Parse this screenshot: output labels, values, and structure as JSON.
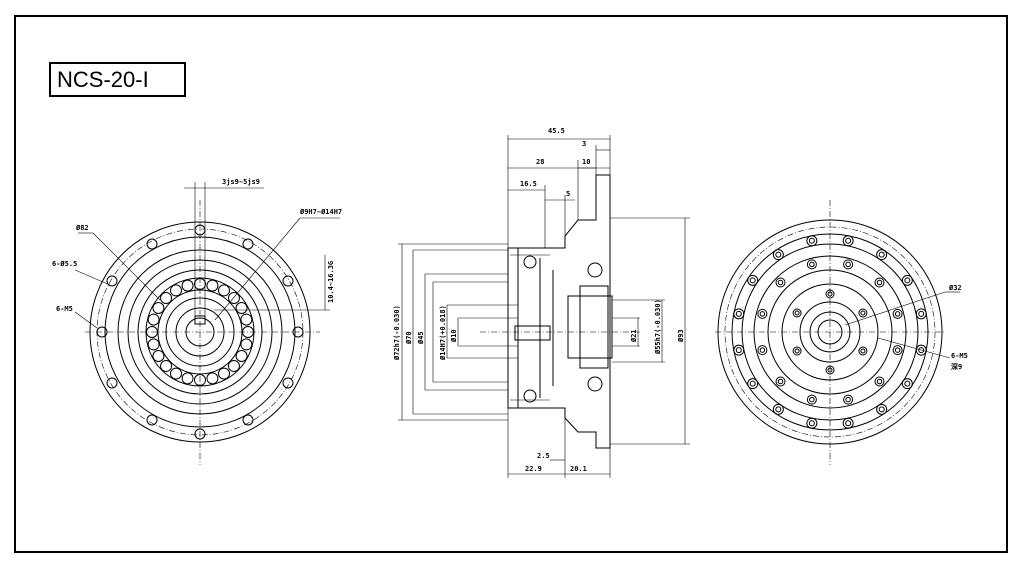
{
  "drawing": {
    "title": "NCS-20-I"
  },
  "left_view": {
    "labels": {
      "keyway": "3js9~5js9",
      "bore_range": "Ø9H7~Ø14H7",
      "phi82": "Ø82",
      "holes_55": "6-Ø5.5",
      "holes_m5": "6-M5",
      "keyway_depth": "10.4~16.3G"
    }
  },
  "side_view": {
    "dims": {
      "overall": "45.5",
      "d3": "3",
      "d28": "28",
      "d10": "10",
      "d16_5": "16.5",
      "d5": "5",
      "d2_5": "2.5",
      "d22_9": "22.9",
      "d20_1": "20.1"
    },
    "diameters": {
      "phi72": "Ø72h7(-0.030)",
      "phi70": "Ø70",
      "phi45": "Ø45",
      "phi14": "Ø14H7(+0.018)",
      "phi10": "Ø10",
      "phi21": "Ø21",
      "phi55": "Ø55h7(-0.030)",
      "phi93": "Ø93"
    }
  },
  "right_view": {
    "labels": {
      "phi32": "Ø32",
      "holes_m5": "6-M5",
      "depth": "深9"
    }
  }
}
